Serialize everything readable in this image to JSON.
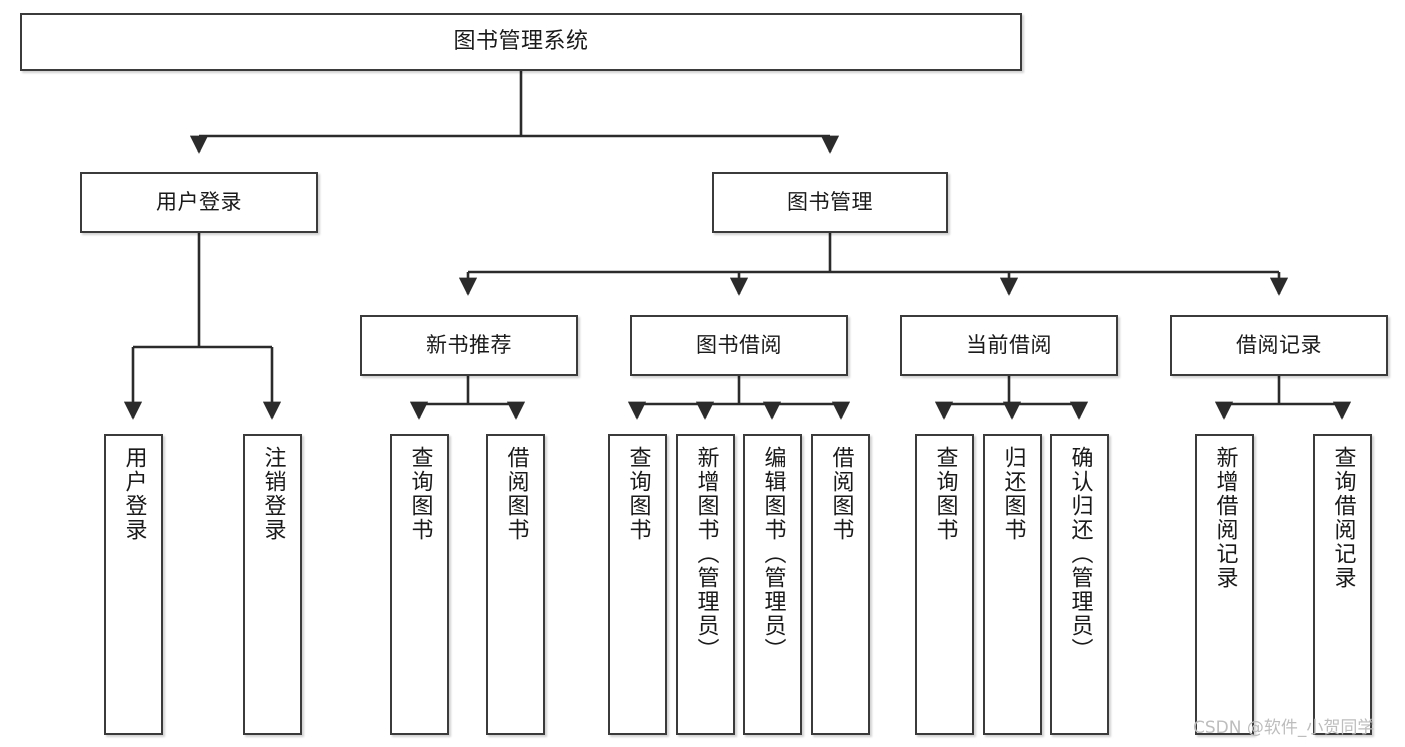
{
  "diagram": {
    "type": "tree-hierarchy",
    "title": "图书管理系统",
    "orientation": "top-down",
    "colors": {
      "box_border": "#3b3b3b",
      "box_fill": "#ffffff",
      "edge": "#2b2b2b",
      "text": "#1a1a1a",
      "watermark": "#bdbdbd"
    },
    "nodes": {
      "root": {
        "label": "图书管理系统"
      },
      "level2": [
        {
          "id": "user-login",
          "label": "用户登录"
        },
        {
          "id": "book-manage",
          "label": "图书管理"
        }
      ],
      "level3": [
        {
          "id": "new-book-recommend",
          "label": "新书推荐"
        },
        {
          "id": "book-borrow",
          "label": "图书借阅"
        },
        {
          "id": "current-borrow",
          "label": "当前借阅"
        },
        {
          "id": "borrow-record",
          "label": "借阅记录"
        }
      ],
      "leaves": {
        "user-login": [
          {
            "id": "leaf-user-login",
            "label": "用户登录"
          },
          {
            "id": "leaf-logout-login",
            "label": "注销登录"
          }
        ],
        "new-book-recommend": [
          {
            "id": "leaf-query-book-1",
            "label": "查询图书"
          },
          {
            "id": "leaf-borrow-book-1",
            "label": "借阅图书"
          }
        ],
        "book-borrow": [
          {
            "id": "leaf-query-book-2",
            "label": "查询图书"
          },
          {
            "id": "leaf-add-book",
            "label": "新增图书（管理员）"
          },
          {
            "id": "leaf-edit-book",
            "label": "编辑图书（管理员）"
          },
          {
            "id": "leaf-borrow-book-2",
            "label": "借阅图书"
          }
        ],
        "current-borrow": [
          {
            "id": "leaf-query-book-3",
            "label": "查询图书"
          },
          {
            "id": "leaf-return-book",
            "label": "归还图书"
          },
          {
            "id": "leaf-confirm-return",
            "label": "确认归还（管理员）"
          }
        ],
        "borrow-record": [
          {
            "id": "leaf-add-record",
            "label": "新增借阅记录"
          },
          {
            "id": "leaf-query-record",
            "label": "查询借阅记录"
          }
        ]
      }
    },
    "watermark": "CSDN @软件_小贺同学"
  }
}
